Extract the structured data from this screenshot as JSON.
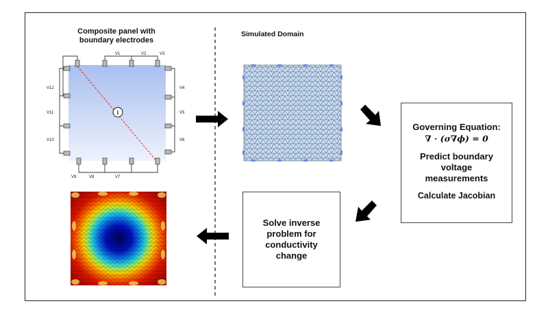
{
  "left_panel": {
    "title": "Composite panel with boundary electrodes",
    "current_source_label": "I",
    "voltage_labels": [
      "V1",
      "V2",
      "V3",
      "V4",
      "V5",
      "V6",
      "V7",
      "V8",
      "V9",
      "V10",
      "V11",
      "V12"
    ]
  },
  "middle_panel": {
    "title": "Simulated Domain"
  },
  "right_box": {
    "equation_heading": "Governing Equation:",
    "equation": "∇ · (σ∇ϕ) = 0",
    "predict_text": "Predict boundary voltage measurements",
    "jacobian_text": "Calculate Jacobian"
  },
  "inverse_box": {
    "text": "Solve inverse problem for conductivity change"
  },
  "colors": {
    "panel_gradient_top": "#a9bff0",
    "panel_gradient_bottom": "#eef2fc",
    "mesh_fill": "#c8dcf2",
    "mesh_line": "#4a5a7a",
    "arrow": "#000000",
    "diagonal": "#e02020"
  }
}
